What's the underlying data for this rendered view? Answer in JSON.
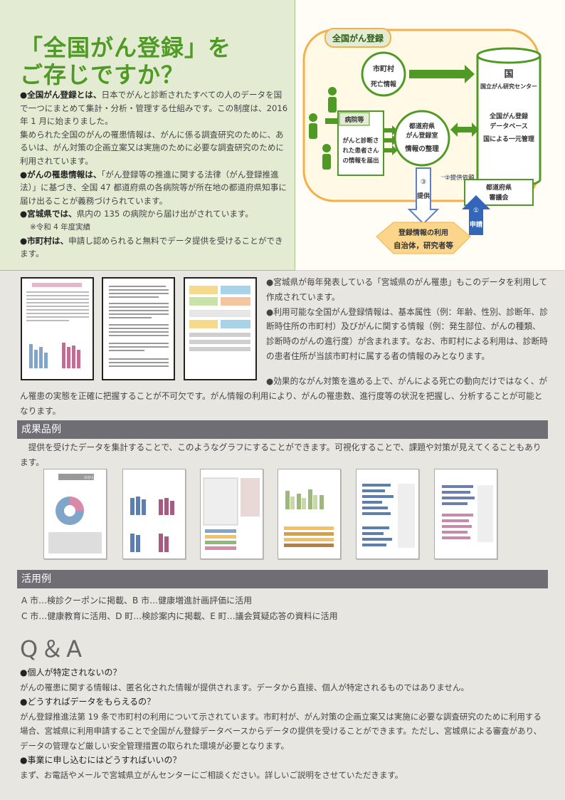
{
  "headline": {
    "line1": "「全国がん登録」を",
    "line2": "ご存じですか？"
  },
  "intro": {
    "p1_bold": "●全国がん登録とは、",
    "p1": "日本でがんと診断されたすべての人のデータを国で一つにまとめて集計・分析・管理する仕組みです。この制度は、2016 年 1 月に始まりました。",
    "p2": "集められた全国のがんの罹患情報は、がんに係る調査研究のために、あるいは、がん対策の企画立案又は実施のために必要な調査研究のために利用されています。",
    "p3_bold": "●がんの罹患情報は、",
    "p3": "「がん登録等の推進に関する法律（がん登録推進法）」に基づき、全国 47 都道府県の各病院等が所在地の都道府県知事に届け出ることが義務づけられています。",
    "p4_bold": "●宮城県では、",
    "p4": "県内の 135 の病院から届け出がされています。",
    "p4_note": "※令和 4 年度実績",
    "p5_bold": "●市町村は、",
    "p5": "申請し認められると無料でデータ提供を受けることができます。"
  },
  "diagram": {
    "title": "全国がん登録",
    "municipality": "市町村",
    "death_info": "死亡情報",
    "nation": "国",
    "ncc": "国立がん研究センター",
    "db1": "全国がん登録",
    "db2": "データベース",
    "db3": "国による一元管理",
    "hospital": "病院等",
    "hospital_desc": [
      "がんと診断さ",
      "れた患者さん",
      "の情報を届出"
    ],
    "pref_room": [
      "都道府県",
      "がん登録室"
    ],
    "info_org": "情報の整理",
    "request": "②提供依頼",
    "council": [
      "都道府県",
      "審議会"
    ],
    "provide_num": "③",
    "provide": "提供",
    "apply_num": "①",
    "apply": "申請",
    "usage1": "登録情報の利用",
    "usage2": "自治体，研究者等"
  },
  "middle_text": {
    "p1": "●宮城県が毎年発表している「宮城県のがん罹患」もこのデータを利用して作成されています。",
    "p2": "●利用可能な全国がん登録情報は、基本属性（例：年齢、性別、診断年、診断時住所の市町村）及びがんに関する情報（例：発生部位、がんの種類、診断時のがんの進行度）が含まれます。なお、市町村による利用は、診断時の患者住所が当該市町村に属する者の情報のみとなります。",
    "p3": "●効果的ながん対策を進める上で、がんによる死亡の動向だけではなく、がん罹患の実態を正確に把握することが不可欠です。がん情報の利用により、がんの罹患数、進行度等の状況を把握し、分析することが可能となります。"
  },
  "results": {
    "title": "成果品例",
    "desc": "　提供を受けたデータを集計することで、このようなグラフにすることができます。可視化することで、課題や対策が見えてくることもあります。",
    "thumb1_title": "のがん罹患"
  },
  "usage": {
    "title": "活用例",
    "line1": "A 市…検診クーポンに掲載、B 市…健康増進計画評価に活用",
    "line2": "C 市…健康教育に活用、D 町…検診案内に掲載、E 町…議会質疑応答の資料に活用"
  },
  "qa": {
    "title": "Q＆A",
    "items": [
      {
        "q": "●個人が特定されないの？",
        "a": "がんの罹患に関する情報は、匿名化された情報が提供されます。データから直接、個人が特定されるものではありません。"
      },
      {
        "q": "●どうすればデータをもらえるの？",
        "a": "がん登録推進法第 19 条で市町村の利用について示されています。市町村が、がん対策の企画立案又は実施に必要な調査研究のために利用する場合、宮城県に利用申請することで全国がん登録データベースからデータの提供を受けることができます。ただし、宮城県による審査があり、データの管理など厳しい安全管理措置の取られた環境が必要となります。"
      },
      {
        "q": "●事業に申し込むにはどうすればいいの？",
        "a": "まず、お電話やメールで宮城県立がんセンターにご相談ください。詳しいご説明をさせていただきます。"
      }
    ]
  },
  "colors": {
    "green": "#4f9a24",
    "orange": "#f4b04a",
    "bar": "#6e6e74"
  }
}
